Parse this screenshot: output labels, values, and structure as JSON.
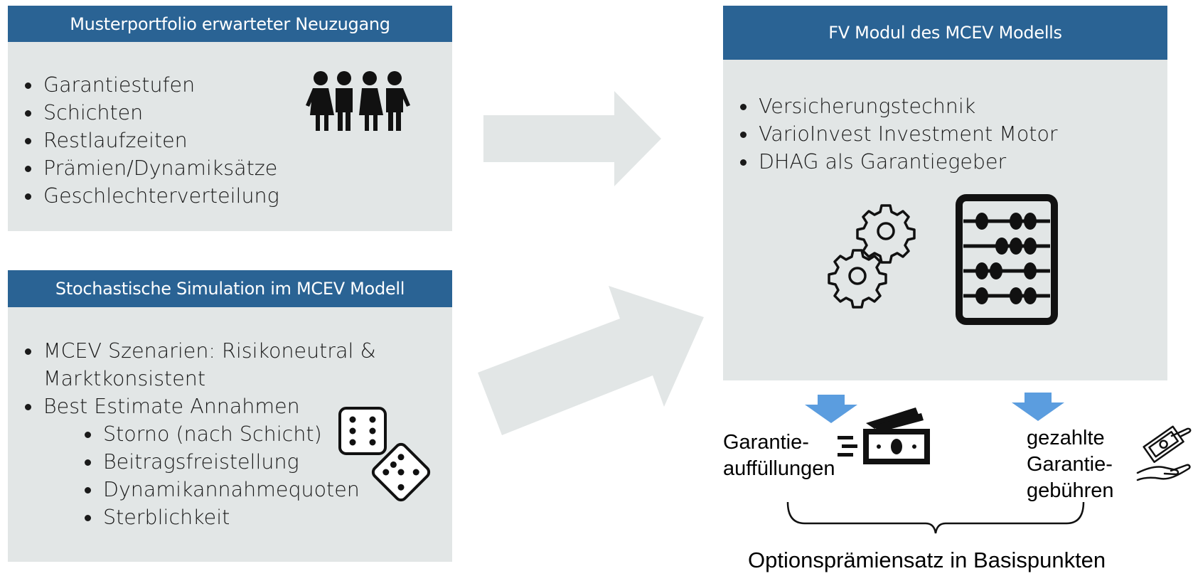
{
  "box1": {
    "title": "Musterportfolio erwarteter Neuzugang",
    "items": [
      "Garantiestufen",
      "Schichten",
      "Restlaufzeiten",
      "Prämien/Dynamiksätze",
      "Geschlechterverteilung"
    ],
    "icon": "people-group-icon"
  },
  "box2": {
    "title": "Stochastische Simulation im MCEV Modell",
    "items": [
      "MCEV Szenarien: Risikoneutral &",
      "Marktkonsistent",
      "Best Estimate Annahmen"
    ],
    "subitems": [
      "Storno (nach Schicht)",
      "Beitragsfreistellung",
      "Dynamikannahmequoten",
      "Sterblichkeit"
    ],
    "icon": "dice-icon"
  },
  "box3": {
    "title": "FV Modul des MCEV Modells",
    "items": [
      "Versicherungstechnik",
      "VarioInvest Investment Motor",
      "DHAG als Garantiegeber"
    ],
    "icons": [
      "gears-icon",
      "abacus-icon"
    ]
  },
  "outputs": {
    "left_line1": "Garantie-",
    "left_line2": "auffüllungen",
    "right_line1": "gezahlte",
    "right_line2": "Garantie-",
    "right_line3": "gebühren",
    "left_icon": "banknote-icon",
    "right_icon": "money-hand-icon"
  },
  "result": "Optionsprämiensatz in Basispunkten",
  "colors": {
    "header": "#2a6394",
    "box": "#e2e6e6",
    "arrow": "#e2e6e6",
    "down_arrow": "#5b9ddf"
  }
}
